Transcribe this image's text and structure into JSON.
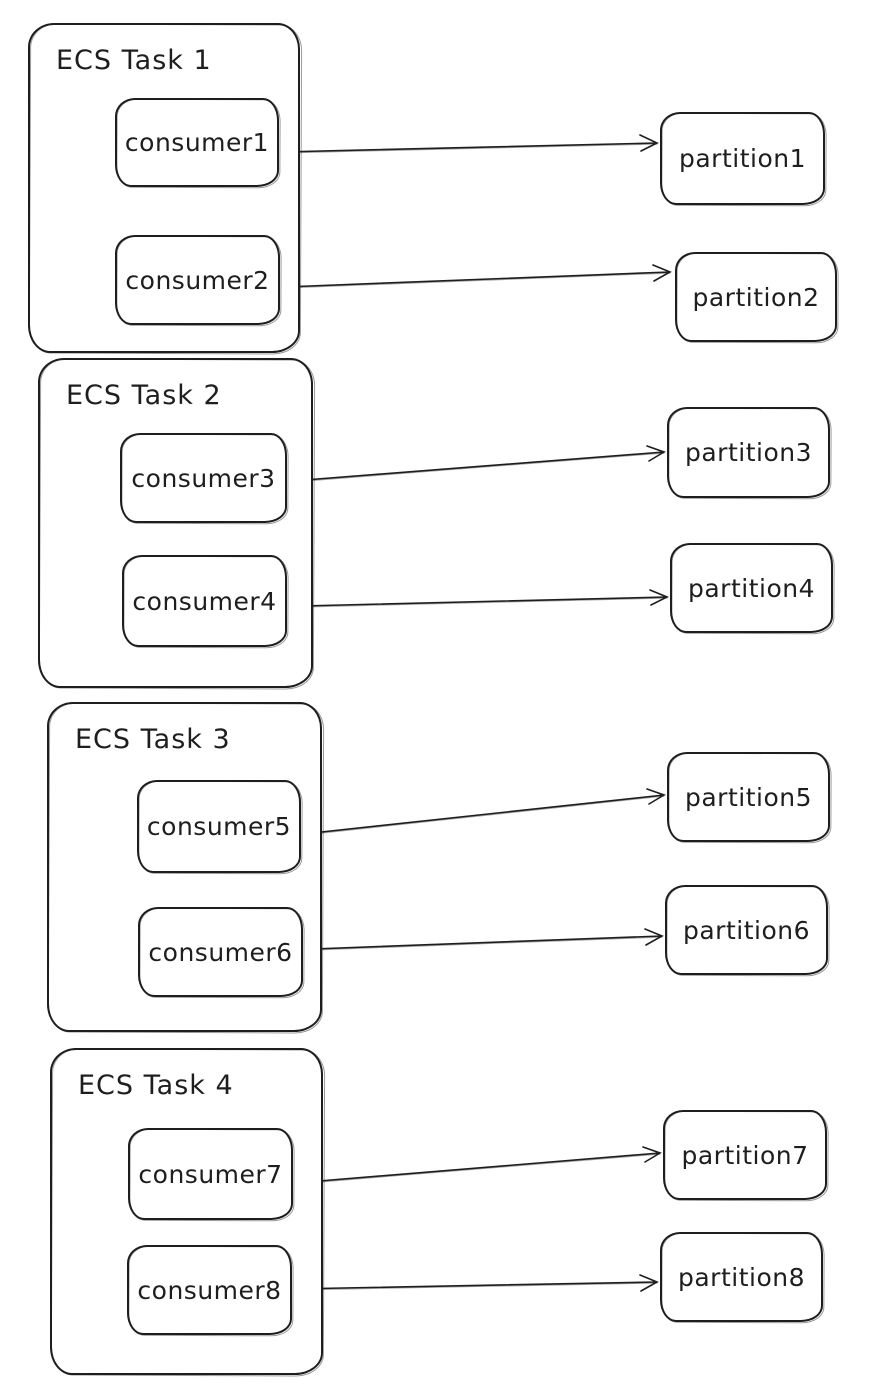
{
  "diagram": {
    "title_visible": false,
    "colors": {
      "stroke": "#1e1e1e",
      "background": "#ffffff"
    },
    "tasks": [
      {
        "label": "ECS Task 1",
        "consumers": [
          {
            "label": "consumer1"
          },
          {
            "label": "consumer2"
          }
        ]
      },
      {
        "label": "ECS Task 2",
        "consumers": [
          {
            "label": "consumer3"
          },
          {
            "label": "consumer4"
          }
        ]
      },
      {
        "label": "ECS Task 3",
        "consumers": [
          {
            "label": "consumer5"
          },
          {
            "label": "consumer6"
          }
        ]
      },
      {
        "label": "ECS Task 4",
        "consumers": [
          {
            "label": "consumer7"
          },
          {
            "label": "consumer8"
          }
        ]
      }
    ],
    "partitions": [
      {
        "label": "partition1"
      },
      {
        "label": "partition2"
      },
      {
        "label": "partition3"
      },
      {
        "label": "partition4"
      },
      {
        "label": "partition5"
      },
      {
        "label": "partition6"
      },
      {
        "label": "partition7"
      },
      {
        "label": "partition8"
      }
    ],
    "connections": [
      {
        "from": "consumer1",
        "to": "partition1"
      },
      {
        "from": "consumer2",
        "to": "partition2"
      },
      {
        "from": "consumer3",
        "to": "partition3"
      },
      {
        "from": "consumer4",
        "to": "partition4"
      },
      {
        "from": "consumer5",
        "to": "partition5"
      },
      {
        "from": "consumer6",
        "to": "partition6"
      },
      {
        "from": "consumer7",
        "to": "partition7"
      },
      {
        "from": "consumer8",
        "to": "partition8"
      }
    ]
  }
}
